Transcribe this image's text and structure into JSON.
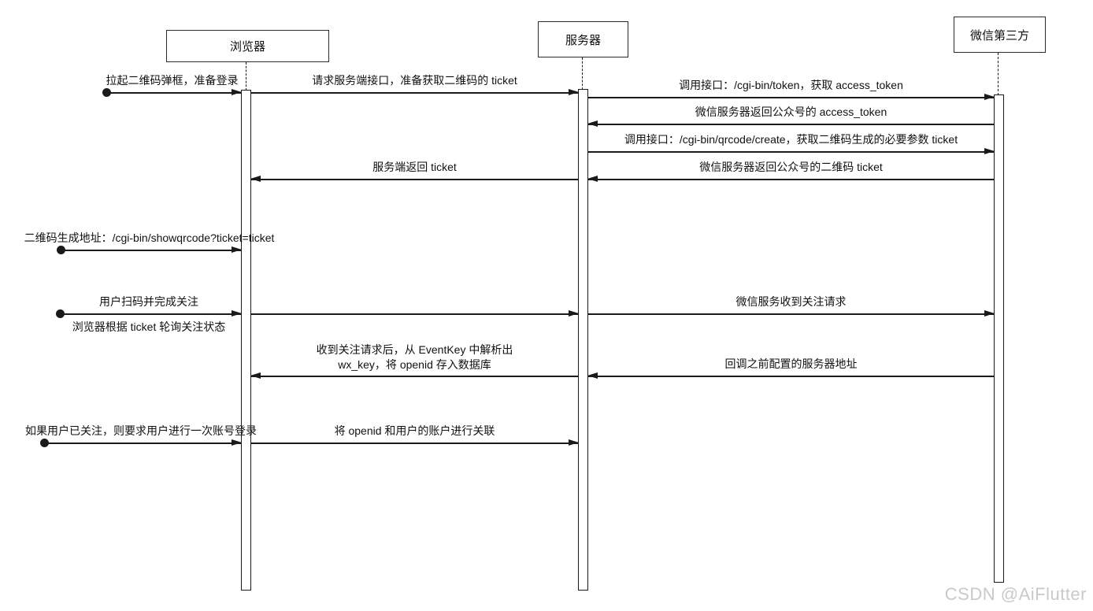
{
  "diagram": {
    "type": "sequence-diagram",
    "actors": [
      {
        "id": "browser",
        "label": "浏览器"
      },
      {
        "id": "server",
        "label": "服务器"
      },
      {
        "id": "wechat",
        "label": "微信第三方"
      }
    ],
    "messages": [
      {
        "from": "user",
        "to": "browser",
        "label": "拉起二维码弹框，准备登录"
      },
      {
        "from": "browser",
        "to": "server",
        "label": "请求服务端接口，准备获取二维码的 ticket"
      },
      {
        "from": "server",
        "to": "wechat",
        "label": "调用接口：/cgi-bin/token，获取 access_token"
      },
      {
        "from": "wechat",
        "to": "server",
        "label": "微信服务器返回公众号的 access_token"
      },
      {
        "from": "server",
        "to": "wechat",
        "label": "调用接口：/cgi-bin/qrcode/create，获取二维码生成的必要参数 ticket"
      },
      {
        "from": "wechat",
        "to": "server",
        "label": "微信服务器返回公众号的二维码 ticket"
      },
      {
        "from": "server",
        "to": "browser",
        "label": "服务端返回 ticket"
      },
      {
        "from": "user",
        "to": "browser",
        "label": "二维码生成地址：/cgi-bin/showqrcode?ticket=ticket"
      },
      {
        "from": "user",
        "to": "browser",
        "label": "用户扫码并完成关注",
        "sublabel": "浏览器根据 ticket 轮询关注状态"
      },
      {
        "from": "browser",
        "to": "server",
        "label": ""
      },
      {
        "from": "server",
        "to": "wechat",
        "label": "微信服务收到关注请求"
      },
      {
        "from": "wechat",
        "to": "server",
        "label": "回调之前配置的服务器地址"
      },
      {
        "from": "server",
        "to": "browser",
        "label": "收到关注请求后，从 EventKey 中解析出",
        "label2": "wx_key，将 openid 存入数据库"
      },
      {
        "from": "user",
        "to": "browser",
        "label": "如果用户已关注，则要求用户进行一次账号登录"
      },
      {
        "from": "browser",
        "to": "server",
        "label": "将 openid 和用户的账户进行关联"
      }
    ],
    "watermark": "CSDN @AiFlutter",
    "colors": {
      "line": "#1a1a1a",
      "text": "#111111",
      "background": "#ffffff",
      "watermark": "#c9c9c9"
    }
  }
}
